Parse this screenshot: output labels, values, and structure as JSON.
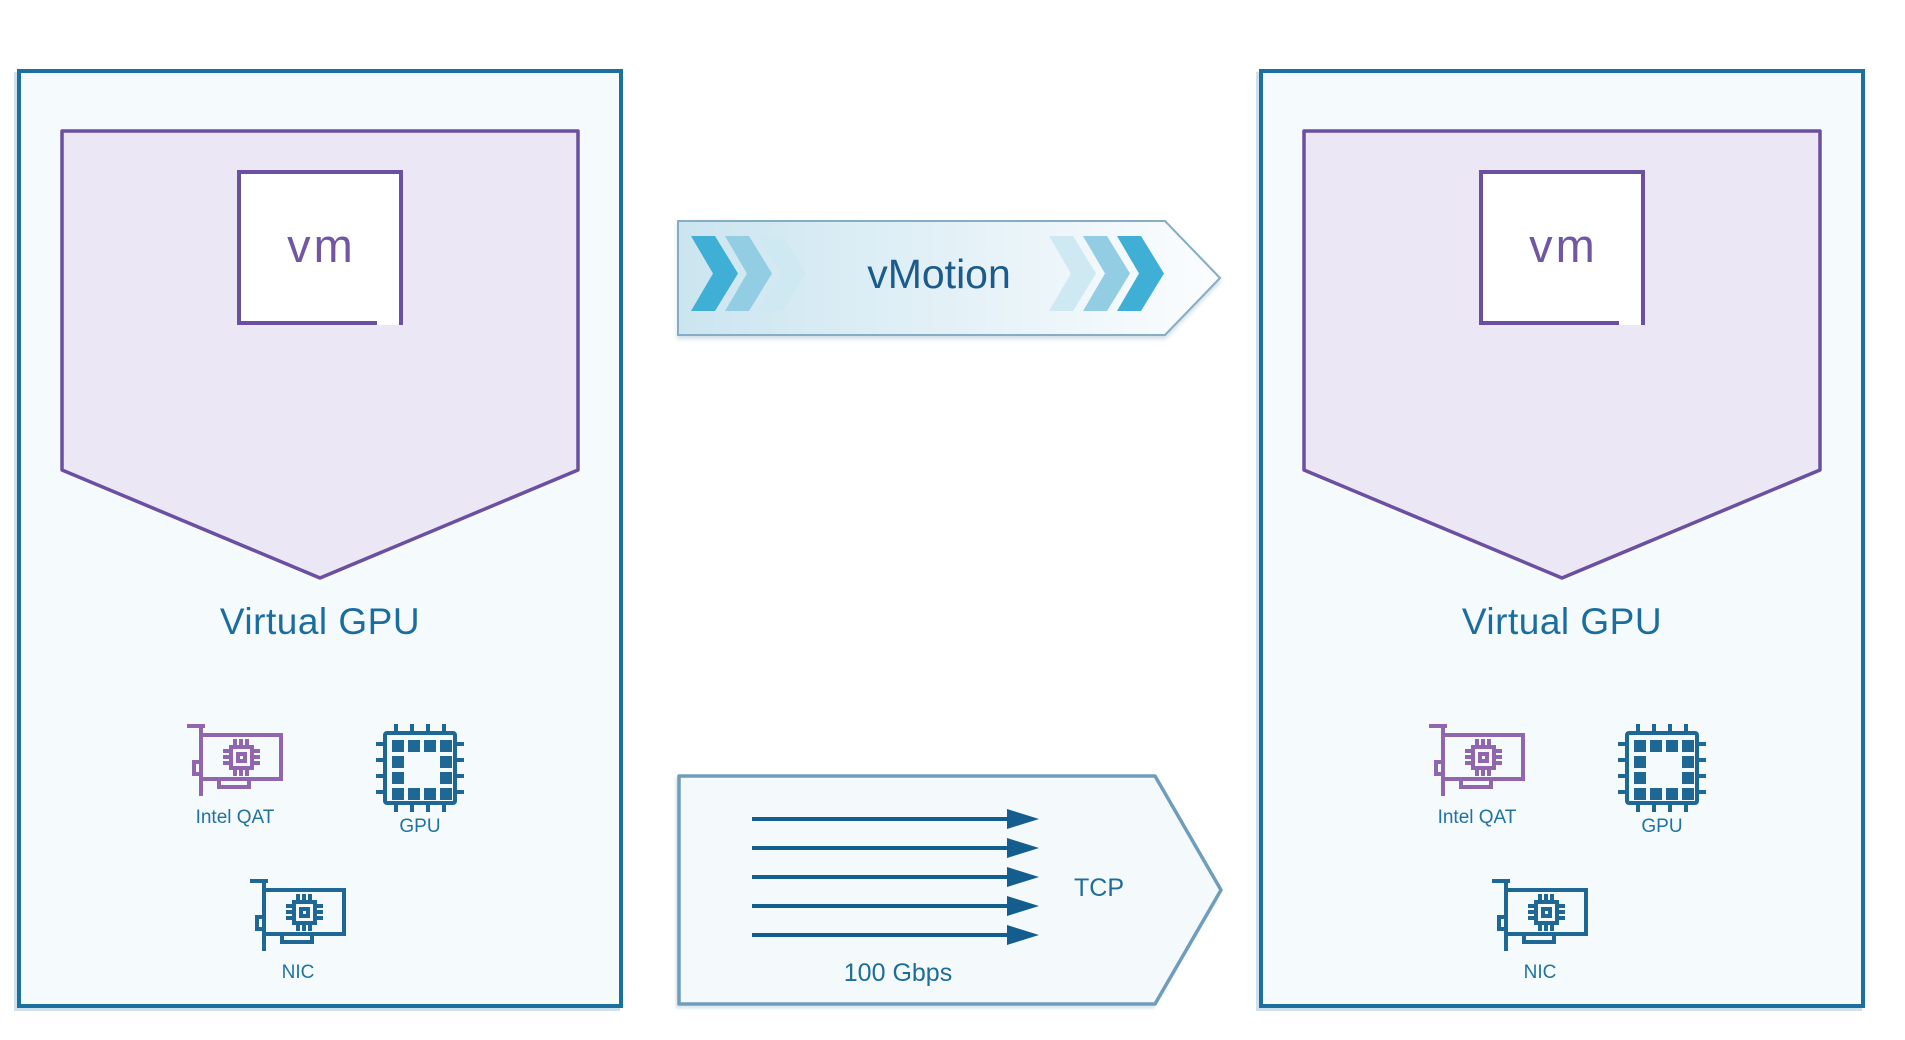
{
  "diagram": {
    "hosts": [
      {
        "role": "source-host",
        "vm_label": "vm",
        "title": "Virtual GPU",
        "devices": [
          {
            "label": "Intel QAT"
          },
          {
            "label": "GPU"
          },
          {
            "label": "NIC"
          }
        ]
      },
      {
        "role": "destination-host",
        "vm_label": "vm",
        "title": "Virtual GPU",
        "devices": [
          {
            "label": "Intel QAT"
          },
          {
            "label": "GPU"
          },
          {
            "label": "NIC"
          }
        ]
      }
    ],
    "vmotion": {
      "label": "vMotion"
    },
    "tcp_flow": {
      "protocol": "TCP",
      "bandwidth": "100 Gbps",
      "stream_count": 5
    }
  },
  "icons": {
    "shield": "vm-shield-pentagon",
    "vm": "vm-logo-square",
    "qat": "pcie-accelerator-card",
    "gpu": "gpu-chip",
    "nic": "network-interface-card",
    "vmotion": "chevron-arrow-banner",
    "tcp": "multi-stream-arrows"
  },
  "colors": {
    "host_border": "#1d6f9f",
    "host_fill": "#f5fafd",
    "host_shadow": "#cfe1ec",
    "shield_border": "#6b4fa0",
    "shield_fill": "#ebe7f5",
    "vm_text": "#6f57a4",
    "heading_text": "#1a6d9e",
    "device_label": "#2073a0",
    "qat_icon": "#9066ae",
    "chip_icon": "#1f6795",
    "vmotion_text": "#1b5c8c",
    "banner_border": "#86adc4",
    "banner_grad_start": "#cbe5f0",
    "banner_grad_end": "#fbfdfe",
    "chevron_dark": "#3fafd5",
    "chevron_mid": "#93cde3",
    "chevron_light": "#cfe9f3",
    "tcp_fill": "#f4f9fc",
    "tcp_border": "#6f9dbb",
    "tcp_arrow": "#135e8f",
    "tcp_text": "#1e6d99"
  }
}
